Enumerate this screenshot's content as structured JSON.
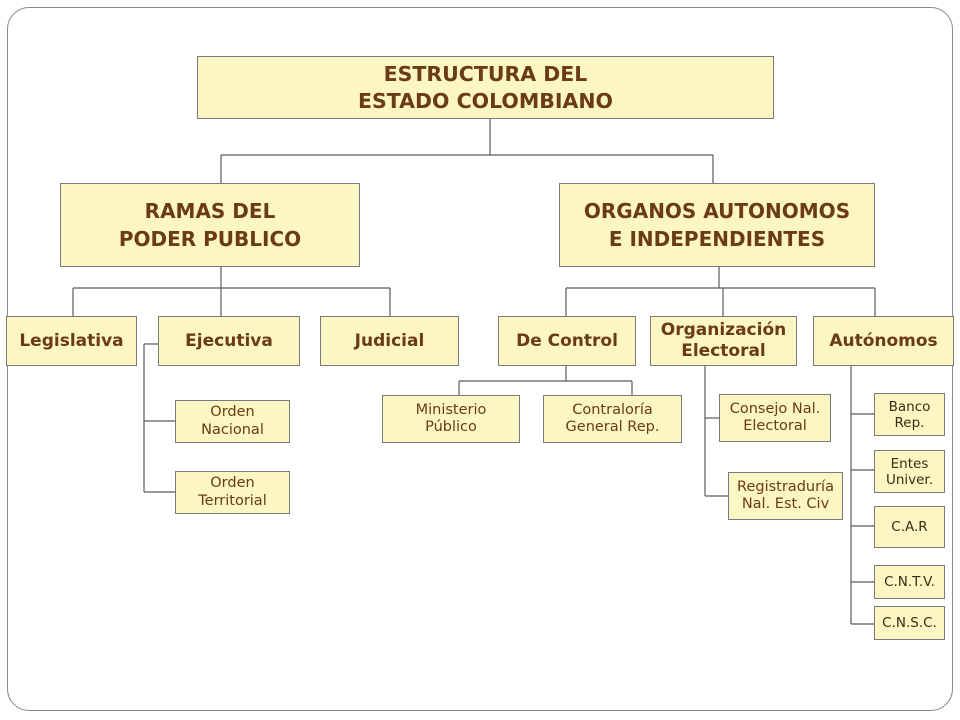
{
  "colors": {
    "box_fill": "#fbf6c2",
    "box_border": "#7a7a7a",
    "text": "#6b3b12",
    "lines": "#5a5a5a"
  },
  "title": "ESTRUCTURA DEL\nESTADO COLOMBIANO",
  "ramas": {
    "label": "RAMAS DEL\nPODER PUBLICO",
    "legislativa": "Legislativa",
    "ejecutiva": "Ejecutiva",
    "judicial": "Judicial",
    "orden_nacional": "Orden\nNacional",
    "orden_territorial": "Orden\nTerritorial"
  },
  "organos": {
    "label": "ORGANOS AUTONOMOS\nE INDEPENDIENTES",
    "control": "De Control",
    "electoral": "Organización\nElectoral",
    "autonomos": "Autónomos",
    "ministerio": "Ministerio\nPúblico",
    "contraloria": "Contraloría\nGeneral Rep.",
    "consejo": "Consejo Nal.\nElectoral",
    "registraduria": "Registraduría\nNal. Est. Civ",
    "banco": "Banco\nRep.",
    "entes": "Entes\nUniver.",
    "car": "C.A.R",
    "cntv": "C.N.T.V.",
    "cnsc": "C.N.S.C."
  }
}
